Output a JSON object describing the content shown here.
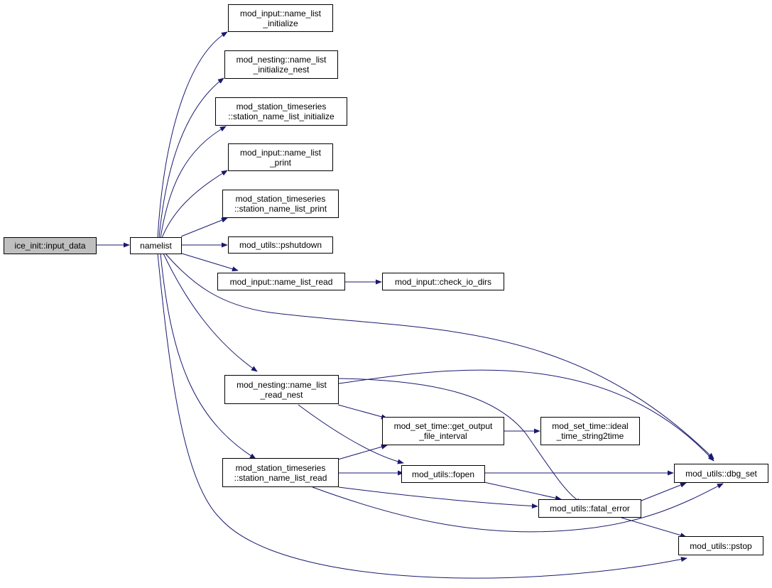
{
  "colors": {
    "edge": "#191970",
    "root_fill": "#bfbfbf",
    "node_fill": "#ffffff",
    "border": "#000000"
  },
  "nodes": {
    "input_data": "ice_init::input_data",
    "namelist": "namelist",
    "name_list_initialize": "mod_input::name_list\n_initialize",
    "name_list_initialize_nest": "mod_nesting::name_list\n_initialize_nest",
    "station_name_list_initialize": "mod_station_timeseries\n::station_name_list_initialize",
    "name_list_print": "mod_input::name_list\n_print",
    "station_name_list_print": "mod_station_timeseries\n::station_name_list_print",
    "pshutdown": "mod_utils::pshutdown",
    "name_list_read": "mod_input::name_list_read",
    "check_io_dirs": "mod_input::check_io_dirs",
    "name_list_read_nest": "mod_nesting::name_list\n_read_nest",
    "get_output_file_interval": "mod_set_time::get_output\n_file_interval",
    "ideal_time_string2time": "mod_set_time::ideal\n_time_string2time",
    "station_name_list_read": "mod_station_timeseries\n::station_name_list_read",
    "fopen": "mod_utils::fopen",
    "dbg_set": "mod_utils::dbg_set",
    "fatal_error": "mod_utils::fatal_error",
    "pstop": "mod_utils::pstop"
  }
}
